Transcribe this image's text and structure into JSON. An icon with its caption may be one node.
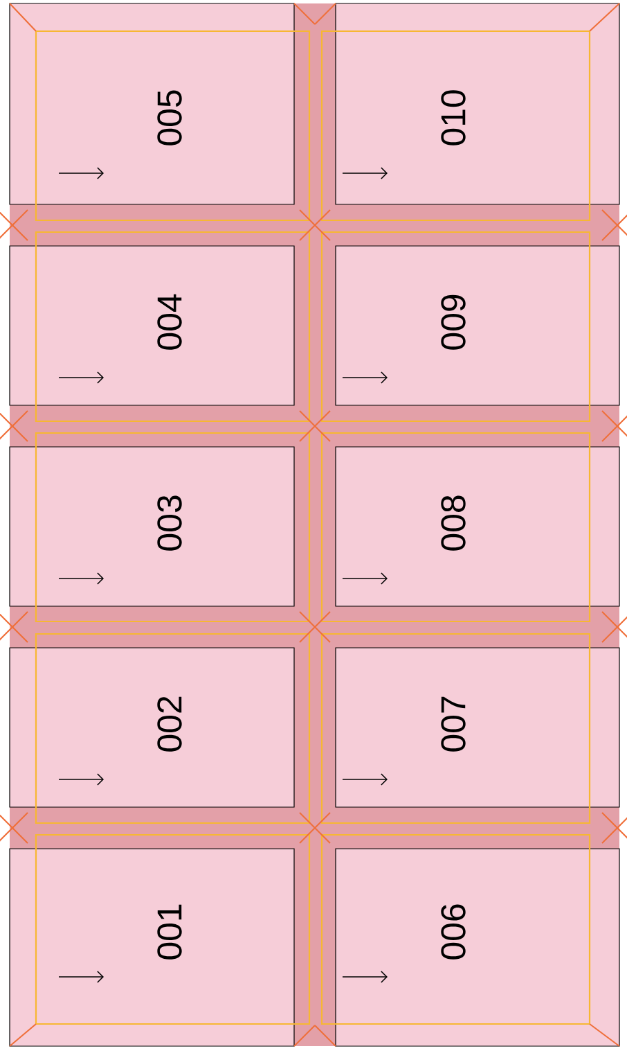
{
  "diagram": {
    "nodes": [
      {
        "text": [
          "005"
        ]
      },
      {
        "text": [
          "010"
        ]
      },
      {
        "text": [
          "004"
        ]
      },
      {
        "text": [
          "009"
        ]
      },
      {
        "text": [
          "003"
        ]
      },
      {
        "text": [
          "008"
        ]
      },
      {
        "text": [
          "002"
        ]
      },
      {
        "text": [
          "007"
        ]
      },
      {
        "text": [
          "001"
        ]
      },
      {
        "text": [
          "006"
        ]
      }
    ]
  }
}
